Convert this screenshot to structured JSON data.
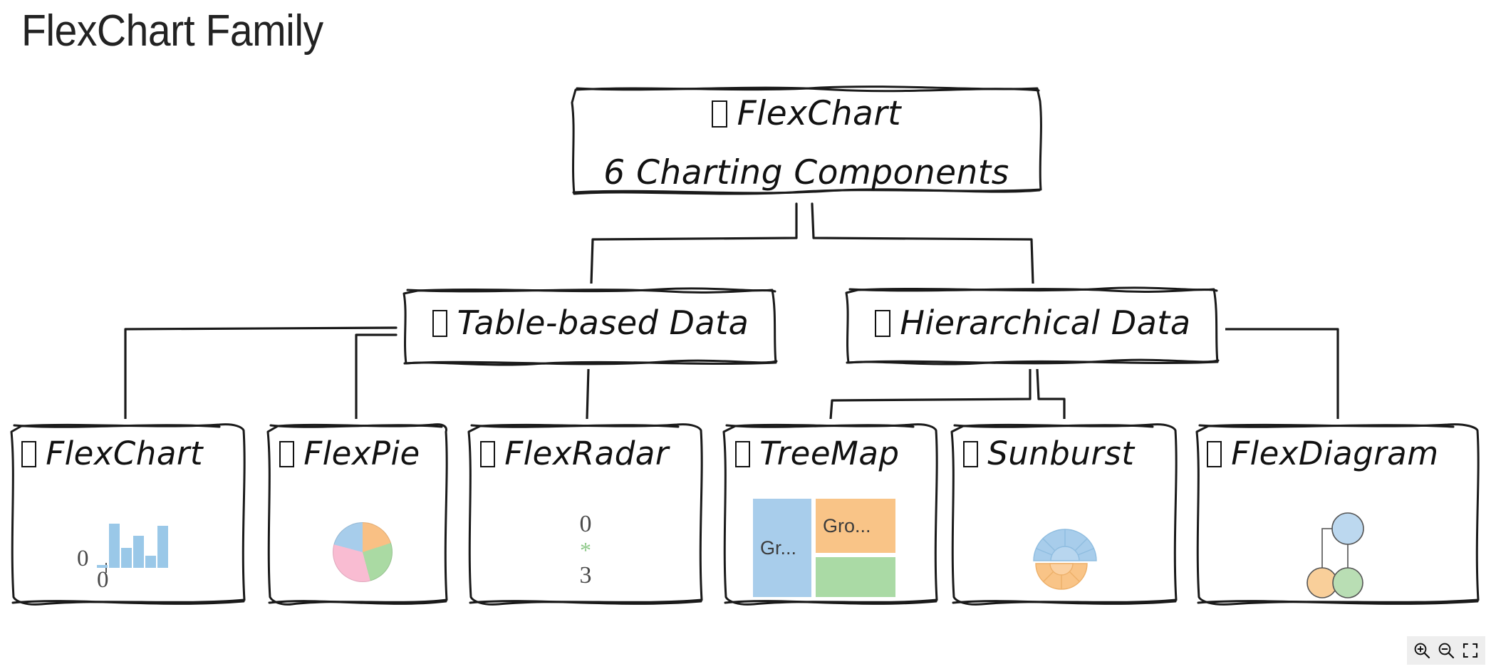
{
  "page": {
    "title": "FlexChart Family",
    "background": "#ffffff"
  },
  "diagram": {
    "root": {
      "icon": "missing-glyph-box",
      "line1": "FlexChart",
      "line2": "6 Charting Components"
    },
    "branches": [
      {
        "icon": "missing-glyph-box",
        "label": "Table-based Data"
      },
      {
        "icon": "missing-glyph-box",
        "label": "Hierarchical Data"
      }
    ],
    "leaves": [
      {
        "icon": "missing-glyph-box",
        "label": "FlexChart",
        "preview": "bar-chart"
      },
      {
        "icon": "missing-glyph-box",
        "label": "FlexPie",
        "preview": "pie-chart"
      },
      {
        "icon": "missing-glyph-box",
        "label": "FlexRadar",
        "preview": "radar-placeholder"
      },
      {
        "icon": "missing-glyph-box",
        "label": "TreeMap",
        "preview": "treemap"
      },
      {
        "icon": "missing-glyph-box",
        "label": "Sunburst",
        "preview": "sunburst"
      },
      {
        "icon": "missing-glyph-box",
        "label": "FlexDiagram",
        "preview": "node-diagram"
      }
    ]
  },
  "previews": {
    "flexchart": {
      "y_axis_label": "0",
      "x_axis_label": "0",
      "bar_color": "#9ac8e8",
      "bar_values": [
        8,
        100,
        45,
        72,
        28,
        95
      ]
    },
    "flexpie": {
      "slices": [
        {
          "color": "#f9c084",
          "value": 20
        },
        {
          "color": "#aadaa3",
          "value": 26
        },
        {
          "color": "#f9bcd2",
          "value": 33
        },
        {
          "color": "#a7cdeb",
          "value": 21
        }
      ]
    },
    "flexradar": {
      "line1": "0",
      "line2": "*",
      "line3": "3",
      "star_color": "#8fc98a"
    },
    "treemap": {
      "cells": [
        {
          "label": "Gr...",
          "color": "#a8cdeb"
        },
        {
          "label": "Gro...",
          "color": "#f9c487"
        },
        {
          "label": "",
          "color": "#aadaa5"
        }
      ]
    },
    "sunburst": {
      "upper_color": "#a8cdeb",
      "lower_color": "#f9c487"
    },
    "flexdiagram": {
      "nodes": [
        {
          "color": "#bcd8ef",
          "position": "top"
        },
        {
          "color": "#f9cf9a",
          "position": "bottom-left"
        },
        {
          "color": "#b9deb4",
          "position": "bottom-right"
        }
      ]
    }
  },
  "zoom_controls": {
    "background": "#eeeeee",
    "buttons": [
      {
        "name": "zoom-in",
        "icon": "magnifier-plus"
      },
      {
        "name": "zoom-out",
        "icon": "magnifier-minus"
      },
      {
        "name": "fit",
        "icon": "fit-to-screen"
      }
    ]
  }
}
